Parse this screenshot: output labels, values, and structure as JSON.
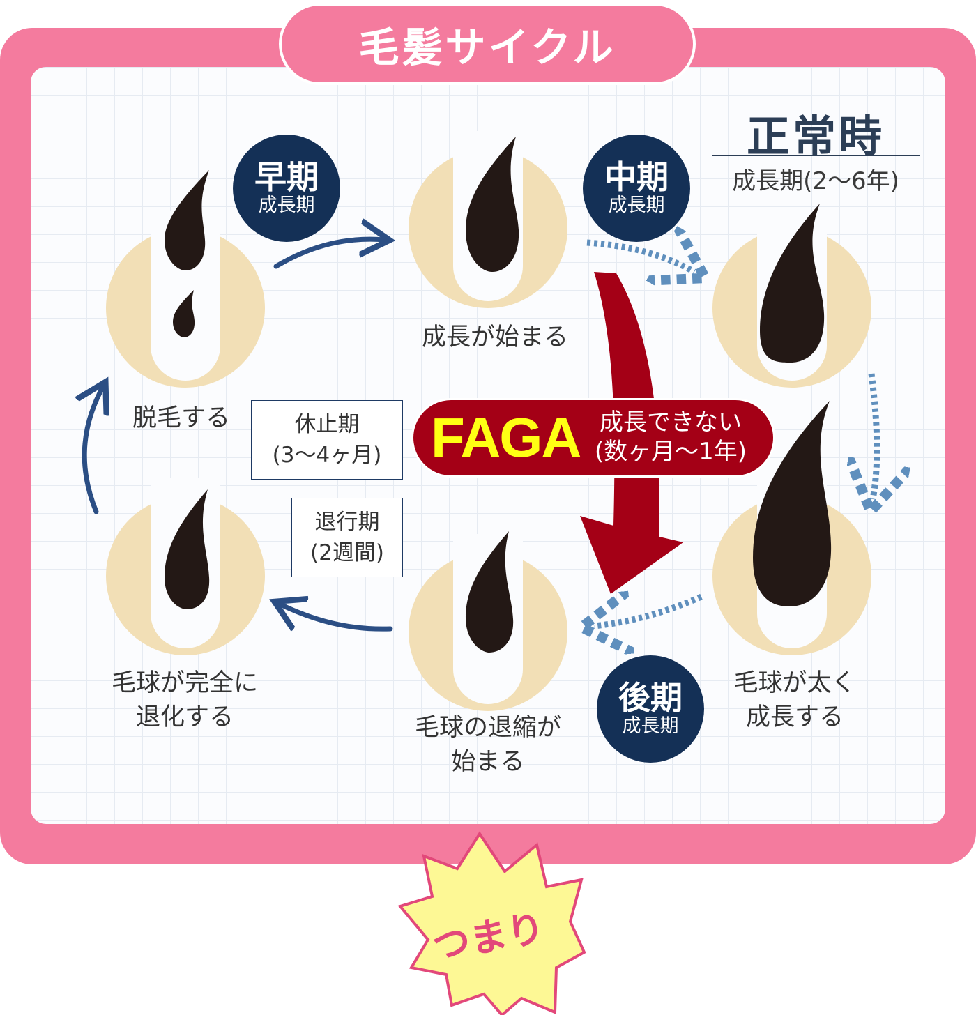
{
  "title": "毛髪サイクル",
  "normal": {
    "title": "正常時",
    "subtitle": "成長期(2〜6年)"
  },
  "badges": {
    "early": {
      "big": "早期",
      "small": "成長期"
    },
    "mid": {
      "big": "中期",
      "small": "成長期"
    },
    "late": {
      "big": "後期",
      "small": "成長期"
    }
  },
  "stages": {
    "start": "成長が始まる",
    "thick_1": "毛球が太く",
    "thick_2": "成長する",
    "shrink_1": "毛球の退縮が",
    "shrink_2": "始まる",
    "regress_1": "毛球が完全に",
    "regress_2": "退化する",
    "shed": "脱毛する"
  },
  "periods": {
    "rest_1": "休止期",
    "rest_2": "(3〜4ヶ月)",
    "regress_1": "退行期",
    "regress_2": "(2週間)"
  },
  "faga": {
    "label": "FAGA",
    "desc_1": "成長できない",
    "desc_2": "(数ヶ月〜1年)"
  },
  "footer": {
    "burst": "つまり"
  },
  "colors": {
    "frame": "#f47b9e",
    "navy": "#143056",
    "follicle": "#f2dfb6",
    "hair": "#231815",
    "faga_red": "#a40016",
    "faga_yellow": "#ffff14",
    "arrow_blue": "#2b4e84",
    "dashed_arrow": "#5f8fbd",
    "burst_fill": "#fdf895",
    "burst_stroke": "#e2487a"
  }
}
